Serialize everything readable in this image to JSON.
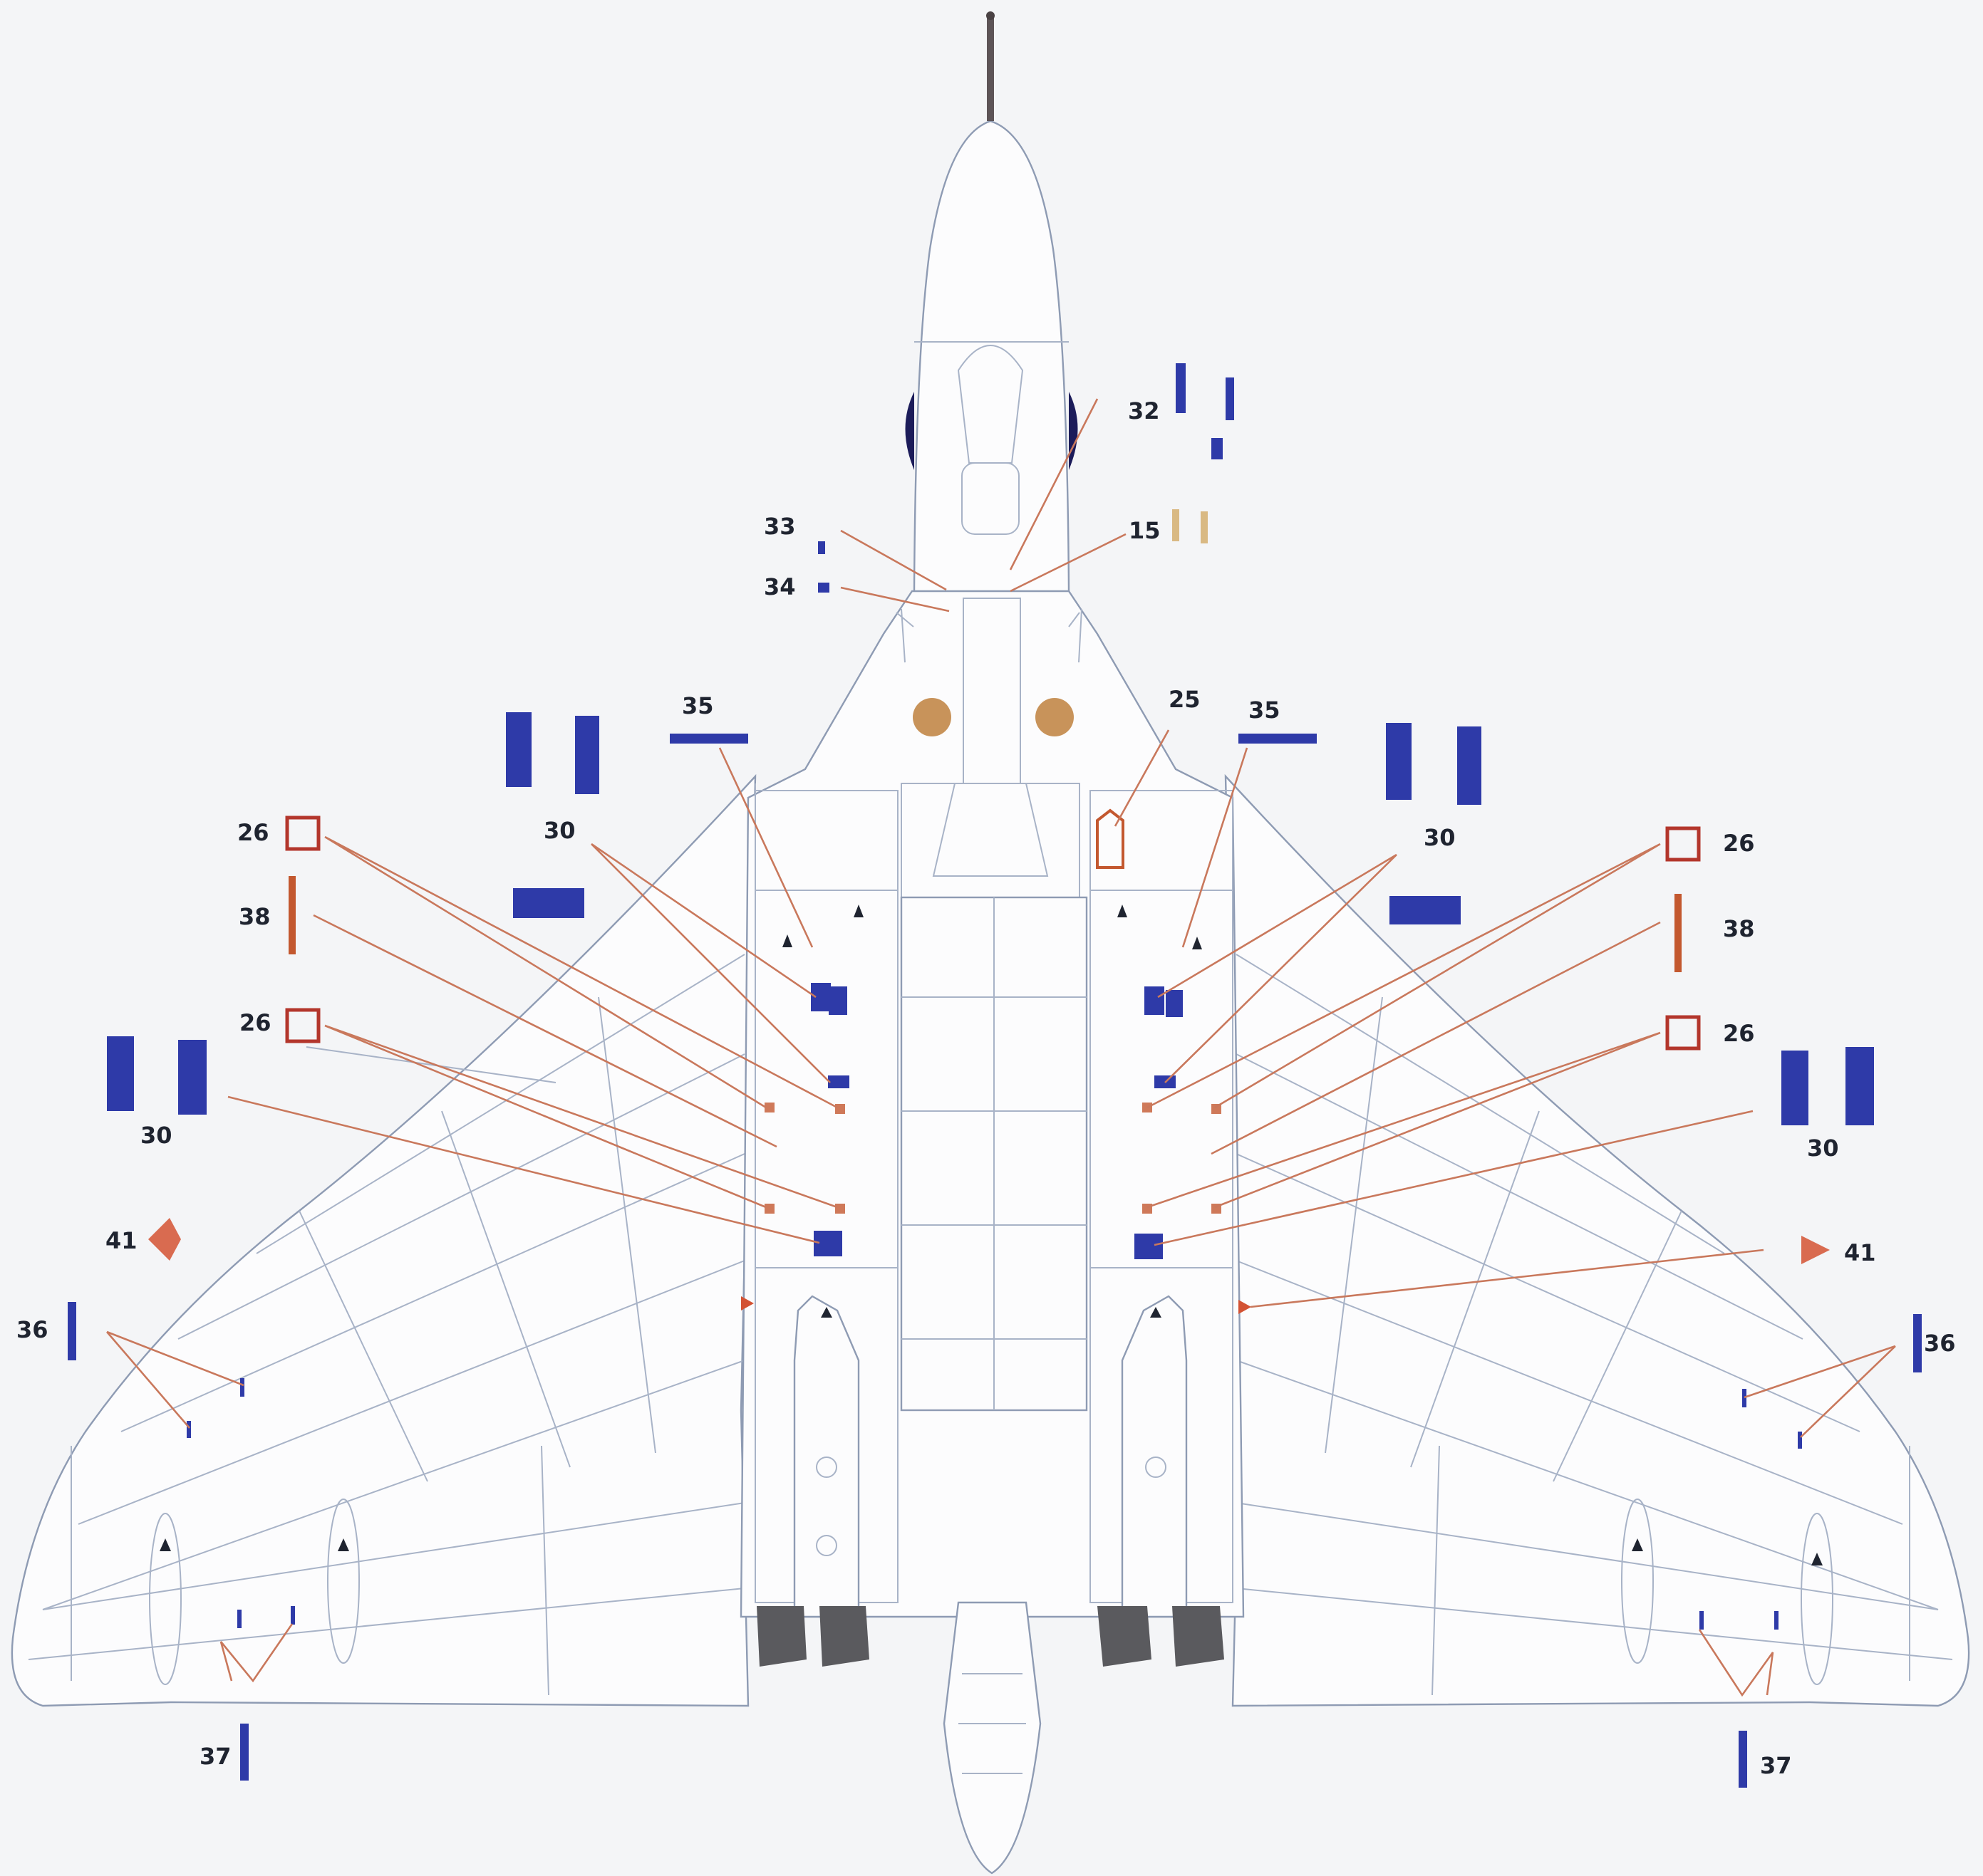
{
  "callouts": [
    {
      "id": "c15",
      "label": "15"
    },
    {
      "id": "c25",
      "label": "25"
    },
    {
      "id": "c26a",
      "label": "26"
    },
    {
      "id": "c26b",
      "label": "26"
    },
    {
      "id": "c26c",
      "label": "26"
    },
    {
      "id": "c26d",
      "label": "26"
    },
    {
      "id": "c30a",
      "label": "30"
    },
    {
      "id": "c30b",
      "label": "30"
    },
    {
      "id": "c30c",
      "label": "30"
    },
    {
      "id": "c30d",
      "label": "30"
    },
    {
      "id": "c32",
      "label": "32"
    },
    {
      "id": "c33",
      "label": "33"
    },
    {
      "id": "c34",
      "label": "34"
    },
    {
      "id": "c35a",
      "label": "35"
    },
    {
      "id": "c35b",
      "label": "35"
    },
    {
      "id": "c36a",
      "label": "36"
    },
    {
      "id": "c36b",
      "label": "36"
    },
    {
      "id": "c37a",
      "label": "37"
    },
    {
      "id": "c37b",
      "label": "37"
    },
    {
      "id": "c38a",
      "label": "38"
    },
    {
      "id": "c38b",
      "label": "38"
    },
    {
      "id": "c41a",
      "label": "41"
    },
    {
      "id": "c41b",
      "label": "41"
    }
  ],
  "colors": {
    "background": "#f4f5f7",
    "airframe_fill": "#fcfcfd",
    "panel_lines": "#a8b3c7",
    "leader_lines": "#c9785c",
    "stencil_blue": "#2e3aa8",
    "stencil_red": "#c3582f",
    "roundel_tan": "#c8935a",
    "exhaust_grey": "#5a5a5e"
  }
}
